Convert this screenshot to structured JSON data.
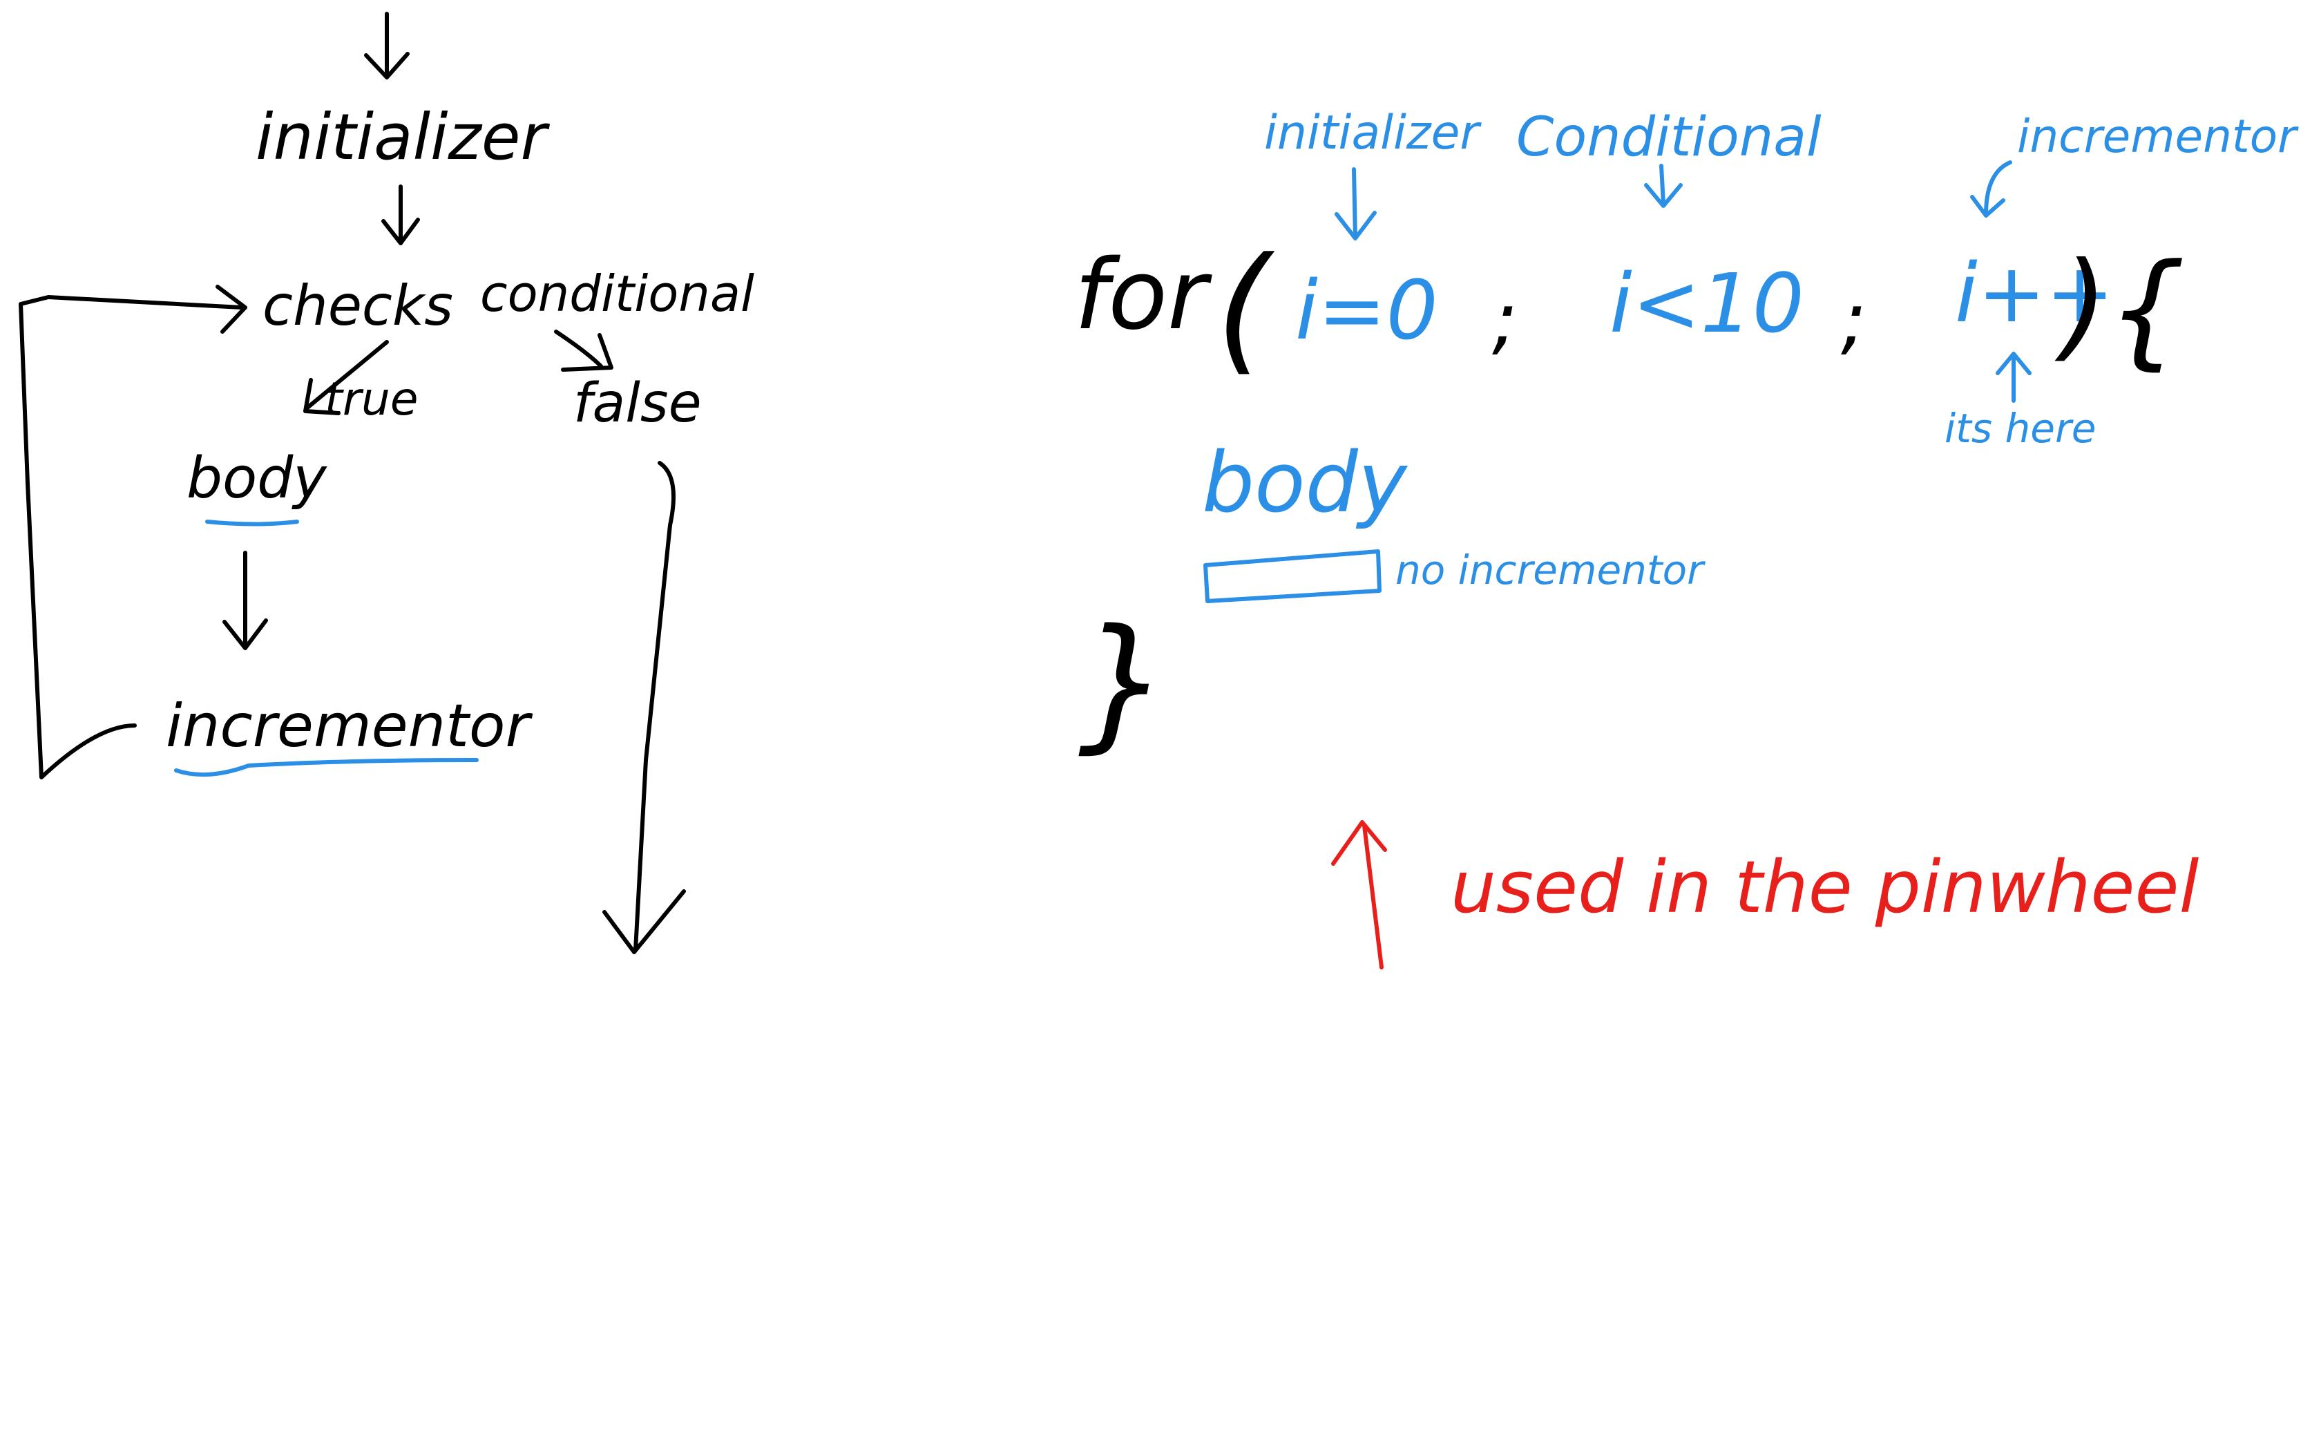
{
  "colors": {
    "background": "#ffffff",
    "ink_black": "#000000",
    "ink_blue": "#2b8fe6",
    "ink_red": "#e8201c"
  },
  "flowchart": {
    "initializer": "initializer",
    "checks": "checks",
    "conditional": "conditional",
    "true": "true",
    "false": "false",
    "body": "body",
    "incrementor": "incrementor"
  },
  "code": {
    "keyword": "for",
    "open_paren": "(",
    "init_expr": "i=0",
    "semicolon1": ";",
    "cond_expr": "i<10",
    "semicolon2": ";",
    "incr_expr": "i++",
    "close_paren": ")",
    "open_brace": "{",
    "close_brace": "}",
    "body": "body"
  },
  "annotations": {
    "initializer": "initializer",
    "conditional": "Conditional",
    "incrementor": "incrementor",
    "its_here": "its here",
    "no_incrementor": "no incrementor",
    "used_in": "used in the pinwheel"
  }
}
